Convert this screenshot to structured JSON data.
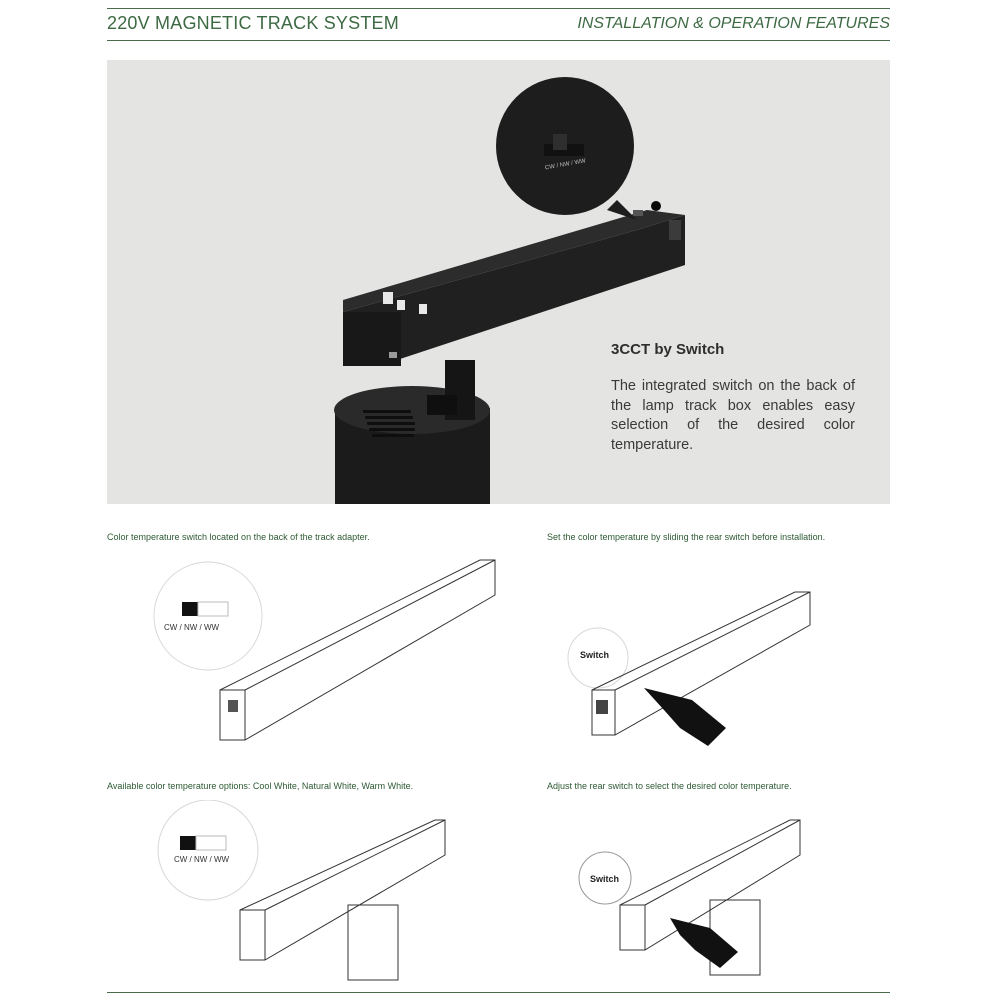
{
  "header": {
    "title": "220V MAGNETIC TRACK SYSTEM",
    "section": "INSTALLATION & OPERATION FEATURES"
  },
  "hero": {
    "title": "3CCT by Switch",
    "body": "The integrated switch on the back of the lamp track box enables easy selection of the desired color temperature.",
    "zoom_label": "CW / NW / WW"
  },
  "steps": [
    {
      "caption": "Color temperature switch located on the back of the track adapter.",
      "callout": "CW / NW / WW"
    },
    {
      "caption": "Set the color temperature by sliding the rear switch before installation.",
      "callout": "Switch"
    },
    {
      "caption": "Available color temperature options: Cool White, Natural White, Warm White.",
      "callout": "CW / NW / WW"
    },
    {
      "caption": "Adjust the rear switch to select the desired color temperature.",
      "callout": "Switch"
    }
  ],
  "colors": {
    "accent": "#3d6a43",
    "hero_bg": "#e4e4e3",
    "product": "#1f1f1f"
  }
}
